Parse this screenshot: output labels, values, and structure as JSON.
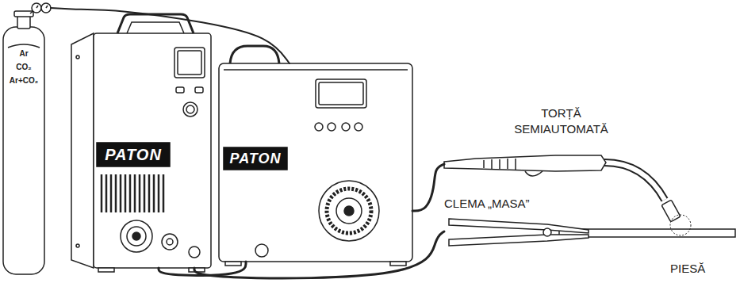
{
  "diagram": {
    "nodes": [
      {
        "text": [
          "Ar",
          "CO₂",
          "Ar+CO₂"
        ]
      },
      {
        "text": [
          "PATON"
        ]
      },
      {
        "text": [
          "PATON"
        ]
      },
      {
        "text": [
          "TORȚĂ SEMIAUTOMATĂ"
        ]
      },
      {
        "text": [
          "CLEMA „MASA”"
        ]
      },
      {
        "text": [
          "PIESĂ"
        ]
      }
    ],
    "edges": [
      {
        "from": 0,
        "to": 2,
        "arrow": "none"
      },
      {
        "from": 1,
        "to": 2,
        "arrow": "none"
      },
      {
        "from": 2,
        "to": 3,
        "arrow": "none"
      },
      {
        "from": 1,
        "to": 4,
        "arrow": "none"
      }
    ]
  }
}
